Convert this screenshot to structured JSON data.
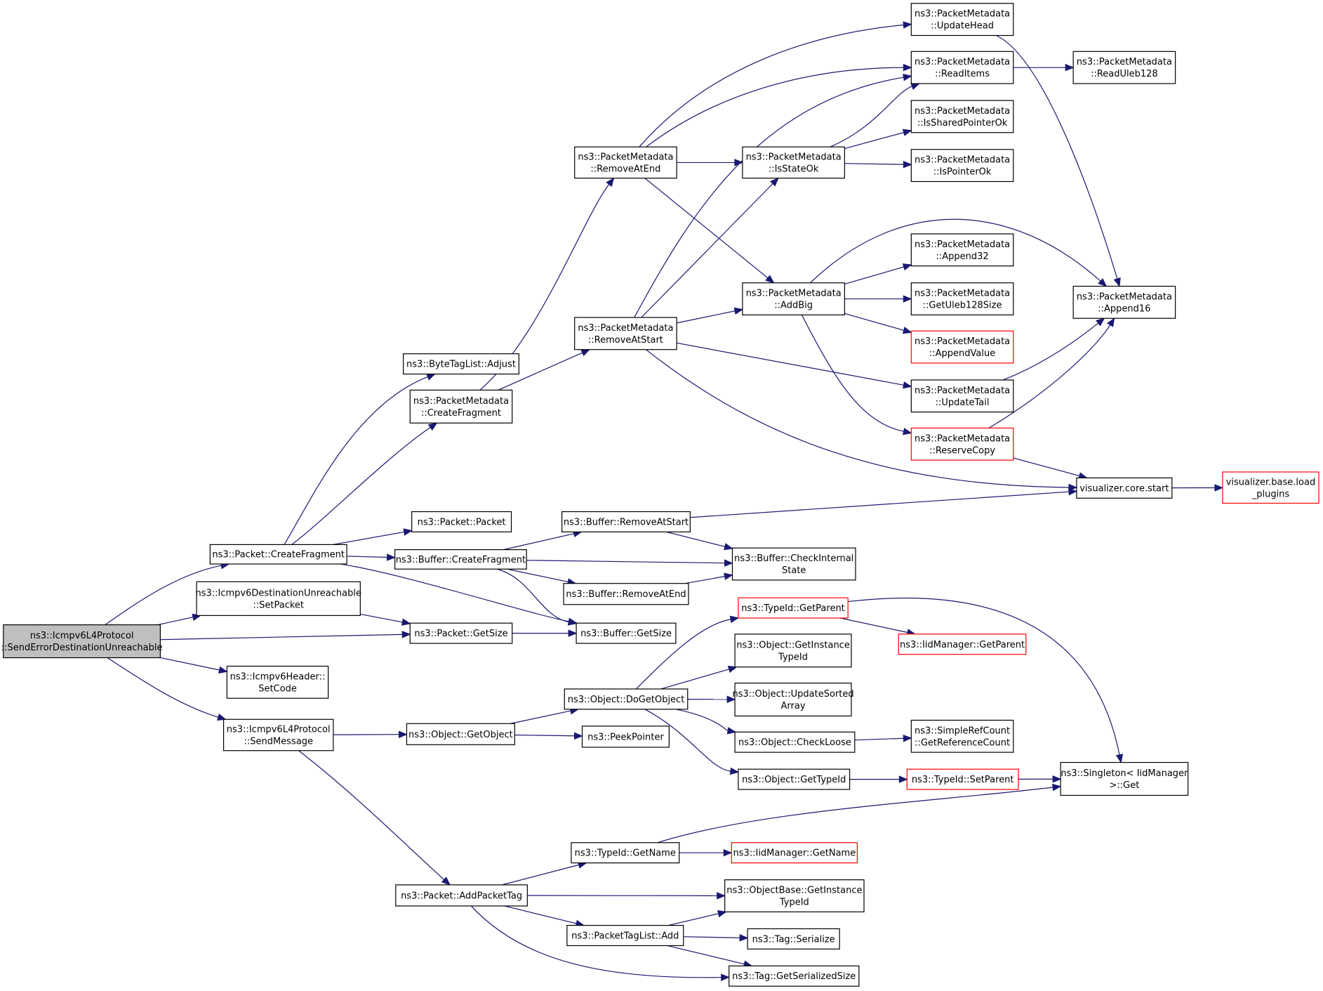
{
  "colors": {
    "edge": "#191970",
    "border_normal": "#000000",
    "border_truncated": "#ff0000",
    "fill_root": "#bfbfbf",
    "fill_normal": "#ffffff"
  },
  "nodes": [
    {
      "id": "root",
      "lines": [
        "ns3::Icmpv6L4Protocol",
        "::SendErrorDestinationUnreachable"
      ],
      "style": "root"
    },
    {
      "id": "pkt_createfrag",
      "lines": [
        "ns3::Packet::CreateFragment"
      ],
      "style": "normal"
    },
    {
      "id": "icmp_setpacket",
      "lines": [
        "ns3::Icmpv6DestinationUnreachable",
        "::SetPacket"
      ],
      "style": "normal"
    },
    {
      "id": "pkt_getsize",
      "lines": [
        "ns3::Packet::GetSize"
      ],
      "style": "normal"
    },
    {
      "id": "hdr_setcode",
      "lines": [
        "ns3::Icmpv6Header::",
        "SetCode"
      ],
      "style": "normal"
    },
    {
      "id": "sendmessage",
      "lines": [
        "ns3::Icmpv6L4Protocol",
        "::SendMessage"
      ],
      "style": "normal"
    },
    {
      "id": "bytetag_adjust",
      "lines": [
        "ns3::ByteTagList::Adjust"
      ],
      "style": "normal"
    },
    {
      "id": "pm_createfrag",
      "lines": [
        "ns3::PacketMetadata",
        "::CreateFragment"
      ],
      "style": "normal"
    },
    {
      "id": "pkt_packet",
      "lines": [
        "ns3::Packet::Packet"
      ],
      "style": "normal"
    },
    {
      "id": "buf_createfrag",
      "lines": [
        "ns3::Buffer::CreateFragment"
      ],
      "style": "normal"
    },
    {
      "id": "obj_getobject",
      "lines": [
        "ns3::Object::GetObject"
      ],
      "style": "normal"
    },
    {
      "id": "pkt_addpackettag",
      "lines": [
        "ns3::Packet::AddPacketTag"
      ],
      "style": "normal"
    },
    {
      "id": "pm_removeatend",
      "lines": [
        "ns3::PacketMetadata",
        "::RemoveAtEnd"
      ],
      "style": "normal"
    },
    {
      "id": "pm_removeatstart",
      "lines": [
        "ns3::PacketMetadata",
        "::RemoveAtStart"
      ],
      "style": "normal"
    },
    {
      "id": "buf_removeatstart",
      "lines": [
        "ns3::Buffer::RemoveAtStart"
      ],
      "style": "normal"
    },
    {
      "id": "buf_removeatend",
      "lines": [
        "ns3::Buffer::RemoveAtEnd"
      ],
      "style": "normal"
    },
    {
      "id": "buf_getsize",
      "lines": [
        "ns3::Buffer::GetSize"
      ],
      "style": "normal"
    },
    {
      "id": "obj_dogetobject",
      "lines": [
        "ns3::Object::DoGetObject"
      ],
      "style": "normal"
    },
    {
      "id": "peekpointer",
      "lines": [
        "ns3::PeekPointer"
      ],
      "style": "normal"
    },
    {
      "id": "typeid_getname",
      "lines": [
        "ns3::TypeId::GetName"
      ],
      "style": "normal"
    },
    {
      "id": "ptl_add",
      "lines": [
        "ns3::PacketTagList::Add"
      ],
      "style": "normal"
    },
    {
      "id": "pm_isstateok",
      "lines": [
        "ns3::PacketMetadata",
        "::IsStateOk"
      ],
      "style": "normal"
    },
    {
      "id": "pm_addbig",
      "lines": [
        "ns3::PacketMetadata",
        "::AddBig"
      ],
      "style": "normal"
    },
    {
      "id": "buf_checkinternal",
      "lines": [
        "ns3::Buffer::CheckInternal",
        "State"
      ],
      "style": "normal"
    },
    {
      "id": "typeid_getparent",
      "lines": [
        "ns3::TypeId::GetParent"
      ],
      "style": "truncated"
    },
    {
      "id": "obj_getinstancetypeid",
      "lines": [
        "ns3::Object::GetInstance",
        "TypeId"
      ],
      "style": "normal"
    },
    {
      "id": "obj_updatesortedarray",
      "lines": [
        "ns3::Object::UpdateSorted",
        "Array"
      ],
      "style": "normal"
    },
    {
      "id": "obj_checkloose",
      "lines": [
        "ns3::Object::CheckLoose"
      ],
      "style": "normal"
    },
    {
      "id": "obj_gettypeid",
      "lines": [
        "ns3::Object::GetTypeId"
      ],
      "style": "normal"
    },
    {
      "id": "iid_getname",
      "lines": [
        "ns3::IidManager::GetName"
      ],
      "style": "truncated"
    },
    {
      "id": "objbase_getinstancetypeid",
      "lines": [
        "ns3::ObjectBase::GetInstance",
        "TypeId"
      ],
      "style": "normal"
    },
    {
      "id": "tag_serialize",
      "lines": [
        "ns3::Tag::Serialize"
      ],
      "style": "normal"
    },
    {
      "id": "tag_getserializedsize",
      "lines": [
        "ns3::Tag::GetSerializedSize"
      ],
      "style": "normal"
    },
    {
      "id": "pm_updatehead",
      "lines": [
        "ns3::PacketMetadata",
        "::UpdateHead"
      ],
      "style": "normal"
    },
    {
      "id": "pm_readitems",
      "lines": [
        "ns3::PacketMetadata",
        "::ReadItems"
      ],
      "style": "normal"
    },
    {
      "id": "pm_issharedpointerok",
      "lines": [
        "ns3::PacketMetadata",
        "::IsSharedPointerOk"
      ],
      "style": "normal"
    },
    {
      "id": "pm_ispointerok",
      "lines": [
        "ns3::PacketMetadata",
        "::IsPointerOk"
      ],
      "style": "normal"
    },
    {
      "id": "pm_append32",
      "lines": [
        "ns3::PacketMetadata",
        "::Append32"
      ],
      "style": "normal"
    },
    {
      "id": "pm_getuleb128size",
      "lines": [
        "ns3::PacketMetadata",
        "::GetUleb128Size"
      ],
      "style": "normal"
    },
    {
      "id": "pm_appendvalue",
      "lines": [
        "ns3::PacketMetadata",
        "::AppendValue"
      ],
      "style": "truncated"
    },
    {
      "id": "pm_updatetail",
      "lines": [
        "ns3::PacketMetadata",
        "::UpdateTail"
      ],
      "style": "normal"
    },
    {
      "id": "pm_reservecopy",
      "lines": [
        "ns3::PacketMetadata",
        "::ReserveCopy"
      ],
      "style": "truncated"
    },
    {
      "id": "iid_getparent",
      "lines": [
        "ns3::IidManager::GetParent"
      ],
      "style": "truncated"
    },
    {
      "id": "simplerefcount",
      "lines": [
        "ns3::SimpleRefCount",
        "::GetReferenceCount"
      ],
      "style": "normal"
    },
    {
      "id": "typeid_setparent",
      "lines": [
        "ns3::TypeId::SetParent"
      ],
      "style": "truncated"
    },
    {
      "id": "pm_readuleb128",
      "lines": [
        "ns3::PacketMetadata",
        "::ReadUleb128"
      ],
      "style": "normal"
    },
    {
      "id": "pm_append16",
      "lines": [
        "ns3::PacketMetadata",
        "::Append16"
      ],
      "style": "normal"
    },
    {
      "id": "vis_core_start",
      "lines": [
        "visualizer.core.start"
      ],
      "style": "normal"
    },
    {
      "id": "singleton_get",
      "lines": [
        "ns3::Singleton< IidManager",
        " >::Get"
      ],
      "style": "normal"
    },
    {
      "id": "vis_load_plugins",
      "lines": [
        "visualizer.base.load",
        "_plugins"
      ],
      "style": "truncated"
    }
  ],
  "edges": [
    [
      "root",
      "pkt_createfrag"
    ],
    [
      "root",
      "icmp_setpacket"
    ],
    [
      "root",
      "pkt_getsize"
    ],
    [
      "root",
      "hdr_setcode"
    ],
    [
      "root",
      "sendmessage"
    ],
    [
      "pkt_createfrag",
      "bytetag_adjust"
    ],
    [
      "pkt_createfrag",
      "pm_createfrag"
    ],
    [
      "pkt_createfrag",
      "pkt_packet"
    ],
    [
      "pkt_createfrag",
      "buf_createfrag"
    ],
    [
      "pkt_createfrag",
      "buf_getsize"
    ],
    [
      "icmp_setpacket",
      "pkt_getsize"
    ],
    [
      "pkt_getsize",
      "buf_getsize"
    ],
    [
      "sendmessage",
      "obj_getobject"
    ],
    [
      "sendmessage",
      "pkt_addpackettag"
    ],
    [
      "pm_createfrag",
      "pm_removeatend"
    ],
    [
      "pm_createfrag",
      "pm_removeatstart"
    ],
    [
      "buf_createfrag",
      "buf_removeatstart"
    ],
    [
      "buf_createfrag",
      "buf_checkinternal"
    ],
    [
      "buf_createfrag",
      "buf_removeatend"
    ],
    [
      "buf_createfrag",
      "buf_getsize"
    ],
    [
      "obj_getobject",
      "obj_dogetobject"
    ],
    [
      "obj_getobject",
      "peekpointer"
    ],
    [
      "pkt_addpackettag",
      "typeid_getname"
    ],
    [
      "pkt_addpackettag",
      "objbase_getinstancetypeid"
    ],
    [
      "pkt_addpackettag",
      "ptl_add"
    ],
    [
      "pkt_addpackettag",
      "tag_getserializedsize"
    ],
    [
      "pm_removeatend",
      "pm_updatehead"
    ],
    [
      "pm_removeatend",
      "pm_readitems"
    ],
    [
      "pm_removeatend",
      "pm_isstateok"
    ],
    [
      "pm_removeatend",
      "pm_addbig"
    ],
    [
      "pm_removeatstart",
      "pm_readitems"
    ],
    [
      "pm_removeatstart",
      "pm_isstateok"
    ],
    [
      "pm_removeatstart",
      "pm_addbig"
    ],
    [
      "pm_removeatstart",
      "pm_updatetail"
    ],
    [
      "pm_removeatstart",
      "vis_core_start"
    ],
    [
      "buf_removeatstart",
      "buf_checkinternal"
    ],
    [
      "buf_removeatstart",
      "vis_core_start"
    ],
    [
      "buf_removeatend",
      "buf_checkinternal"
    ],
    [
      "obj_dogetobject",
      "typeid_getparent"
    ],
    [
      "obj_dogetobject",
      "obj_getinstancetypeid"
    ],
    [
      "obj_dogetobject",
      "obj_updatesortedarray"
    ],
    [
      "obj_dogetobject",
      "obj_checkloose"
    ],
    [
      "obj_dogetobject",
      "obj_gettypeid"
    ],
    [
      "typeid_getname",
      "iid_getname"
    ],
    [
      "typeid_getname",
      "singleton_get"
    ],
    [
      "ptl_add",
      "objbase_getinstancetypeid"
    ],
    [
      "ptl_add",
      "tag_serialize"
    ],
    [
      "ptl_add",
      "tag_getserializedsize"
    ],
    [
      "pm_isstateok",
      "pm_readitems"
    ],
    [
      "pm_isstateok",
      "pm_issharedpointerok"
    ],
    [
      "pm_isstateok",
      "pm_ispointerok"
    ],
    [
      "pm_addbig",
      "pm_append16"
    ],
    [
      "pm_addbig",
      "pm_append32"
    ],
    [
      "pm_addbig",
      "pm_getuleb128size"
    ],
    [
      "pm_addbig",
      "pm_appendvalue"
    ],
    [
      "pm_addbig",
      "pm_reservecopy"
    ],
    [
      "typeid_getparent",
      "iid_getparent"
    ],
    [
      "typeid_getparent",
      "singleton_get"
    ],
    [
      "obj_checkloose",
      "simplerefcount"
    ],
    [
      "obj_gettypeid",
      "typeid_setparent"
    ],
    [
      "typeid_setparent",
      "singleton_get"
    ],
    [
      "pm_updatehead",
      "pm_append16"
    ],
    [
      "pm_readitems",
      "pm_readuleb128"
    ],
    [
      "pm_updatetail",
      "pm_append16"
    ],
    [
      "pm_reservecopy",
      "pm_append16"
    ],
    [
      "pm_reservecopy",
      "vis_core_start"
    ],
    [
      "vis_core_start",
      "vis_load_plugins"
    ]
  ]
}
